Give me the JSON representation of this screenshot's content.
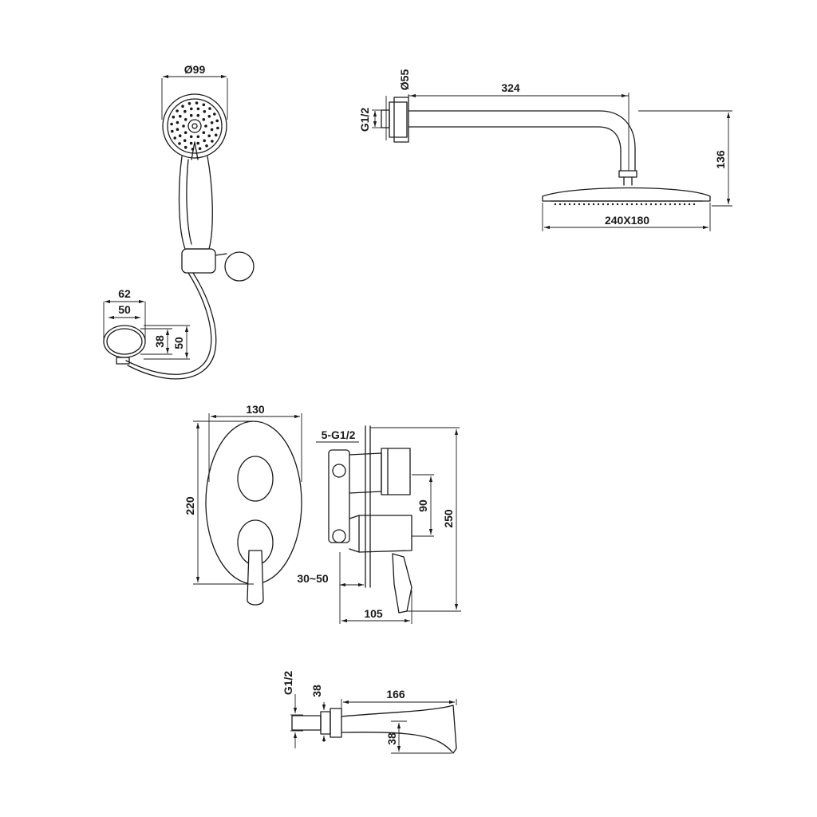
{
  "dimensions": {
    "handshower_diameter": "Ø99",
    "arm_flange_diameter": "Ø55",
    "arm_length": "324",
    "arm_thread": "G1/2",
    "head_drop": "136",
    "head_size": "240X180",
    "holder_width_outer": "62",
    "holder_width_inner": "50",
    "holder_inner_height": "38",
    "holder_outer_height": "50",
    "plate_width": "130",
    "plate_height": "220",
    "valve_ports": "5-G1/2",
    "valve_outlet_spacing": "90",
    "valve_total_height": "250",
    "valve_depth_range": "30~50",
    "valve_projection": "105",
    "spout_thread": "G1/2",
    "spout_flange": "38",
    "spout_length": "166",
    "spout_height": "38"
  }
}
